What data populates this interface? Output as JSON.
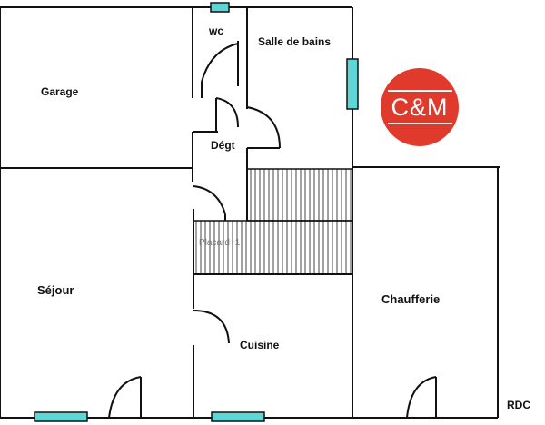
{
  "plan": {
    "rooms": {
      "wc": "wc",
      "salle_de_bains": "Salle de bains",
      "garage": "Garage",
      "degt": "Dégt",
      "placard": "Placard+1",
      "sejour": "Séjour",
      "chaufferie": "Chaufferie",
      "cuisine": "Cuisine",
      "level": "RDC"
    },
    "logo": {
      "text": "C&M",
      "color": "#e03a2c"
    },
    "colors": {
      "wall": "#111111",
      "window": "#5ed6d6",
      "hatch": "#7a7a7a"
    }
  }
}
